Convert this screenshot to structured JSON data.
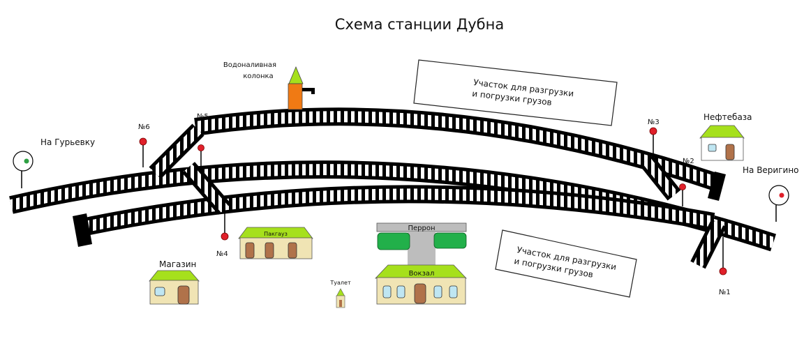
{
  "title": "Схема станции Дубна",
  "directions": {
    "left": "На Гурьевку",
    "right": "На Веригино"
  },
  "switches": {
    "n1": "№1",
    "n2": "№2",
    "n3": "№3",
    "n4": "№4",
    "n5": "№5",
    "n6": "№6"
  },
  "water_column": {
    "line1": "Водоналивная",
    "line2": "колонка"
  },
  "cargo_area_top": {
    "line1": "Участок для разгрузки",
    "line2": "и погрузки грузов"
  },
  "cargo_area_bottom": {
    "line1": "Участок для разгрузки",
    "line2": "и погрузки грузов"
  },
  "buildings": {
    "oil_depot": "Нефтебаза",
    "warehouse": "Пакгауз",
    "shop": "Магазин",
    "station": "Вокзал",
    "toilet": "Туалет",
    "platform": "Перрон"
  },
  "colors": {
    "track": "#000000",
    "roof": "#a6e01c",
    "wall": "#f0e4b4",
    "door": "#b0724a",
    "window": "#bfe6f2",
    "signal_red": "#e0202a",
    "signal_green": "#2ea043",
    "water_column_body": "#f07a14",
    "platform_green": "#22b04a",
    "platform_gray": "#bdbdbd"
  }
}
